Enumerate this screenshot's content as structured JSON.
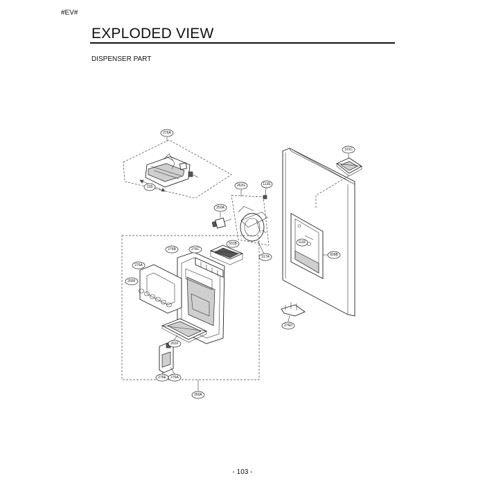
{
  "header": {
    "tag": "#EV#",
    "title": "EXPLODED VIEW",
    "subtitle": "DISPENSER PART"
  },
  "footer": {
    "page": "- 103 -"
  },
  "callouts": {
    "c276a_top": "276A",
    "c318": "318",
    "c262g": "262G",
    "c113e": "113E",
    "c250a": "250A",
    "c317a": "317A",
    "c101c": "101C",
    "c113f": "113F",
    "c609b": "609B",
    "c276b": "276B",
    "c276c": "276C",
    "c501b": "501B",
    "c276a_mid": "276A",
    "c265f": "265F",
    "c276d": "276D",
    "c261f": "261F",
    "c276e": "276E",
    "c276a_bot": "276A",
    "c260a": "260A"
  }
}
